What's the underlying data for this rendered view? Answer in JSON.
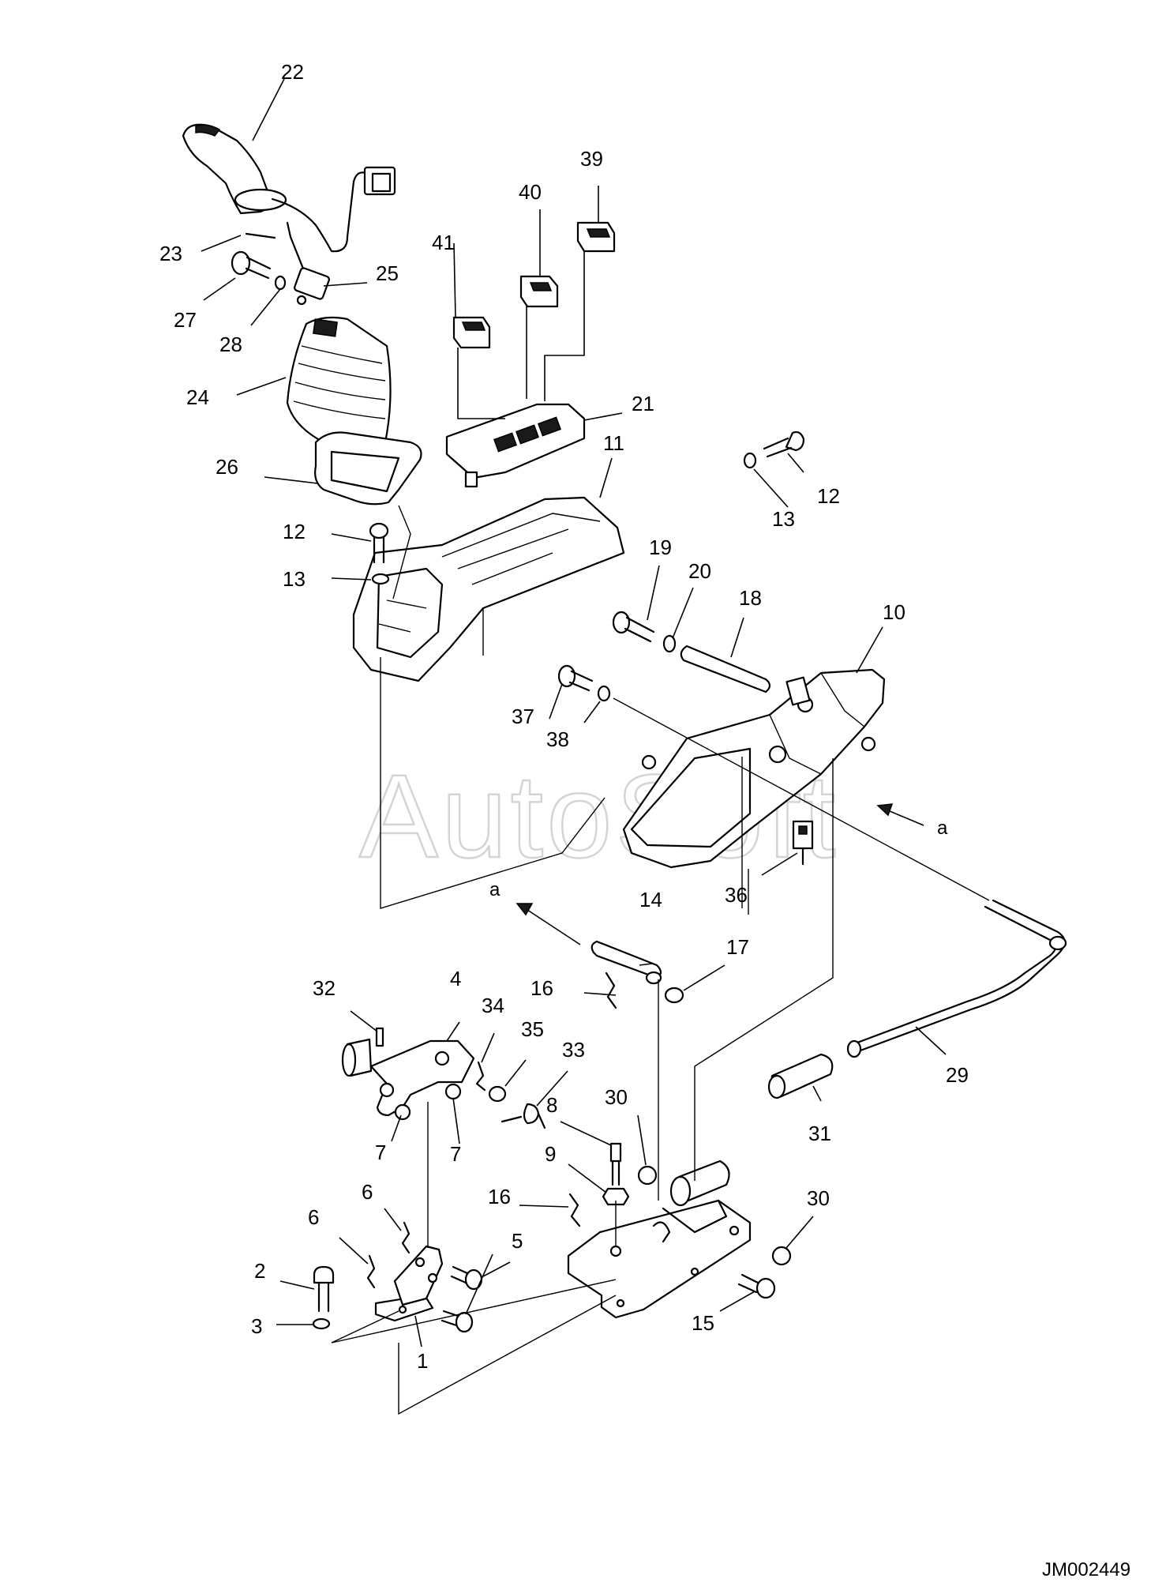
{
  "figure_code": "JM002449",
  "watermark": "AutoSoft",
  "view_reference": "a",
  "callouts": [
    {
      "id": "22",
      "label": "22"
    },
    {
      "id": "23",
      "label": "23"
    },
    {
      "id": "25",
      "label": "25"
    },
    {
      "id": "27",
      "label": "27"
    },
    {
      "id": "28",
      "label": "28"
    },
    {
      "id": "24",
      "label": "24"
    },
    {
      "id": "26",
      "label": "26"
    },
    {
      "id": "41",
      "label": "41"
    },
    {
      "id": "40",
      "label": "40"
    },
    {
      "id": "39",
      "label": "39"
    },
    {
      "id": "21",
      "label": "21"
    },
    {
      "id": "11",
      "label": "11"
    },
    {
      "id": "12a",
      "label": "12"
    },
    {
      "id": "13a",
      "label": "13"
    },
    {
      "id": "12b",
      "label": "12"
    },
    {
      "id": "13b",
      "label": "13"
    },
    {
      "id": "19",
      "label": "19"
    },
    {
      "id": "20",
      "label": "20"
    },
    {
      "id": "18",
      "label": "18"
    },
    {
      "id": "10",
      "label": "10"
    },
    {
      "id": "37",
      "label": "37"
    },
    {
      "id": "38",
      "label": "38"
    },
    {
      "id": "36",
      "label": "36"
    },
    {
      "id": "14",
      "label": "14"
    },
    {
      "id": "17",
      "label": "17"
    },
    {
      "id": "16a",
      "label": "16"
    },
    {
      "id": "32",
      "label": "32"
    },
    {
      "id": "4",
      "label": "4"
    },
    {
      "id": "34",
      "label": "34"
    },
    {
      "id": "35",
      "label": "35"
    },
    {
      "id": "33",
      "label": "33"
    },
    {
      "id": "30a",
      "label": "30"
    },
    {
      "id": "8",
      "label": "8"
    },
    {
      "id": "9",
      "label": "9"
    },
    {
      "id": "7a",
      "label": "7"
    },
    {
      "id": "7b",
      "label": "7"
    },
    {
      "id": "29",
      "label": "29"
    },
    {
      "id": "31",
      "label": "31"
    },
    {
      "id": "30b",
      "label": "30"
    },
    {
      "id": "16b",
      "label": "16"
    },
    {
      "id": "6a",
      "label": "6"
    },
    {
      "id": "6b",
      "label": "6"
    },
    {
      "id": "5",
      "label": "5"
    },
    {
      "id": "2",
      "label": "2"
    },
    {
      "id": "3",
      "label": "3"
    },
    {
      "id": "1",
      "label": "1"
    },
    {
      "id": "15",
      "label": "15"
    }
  ]
}
